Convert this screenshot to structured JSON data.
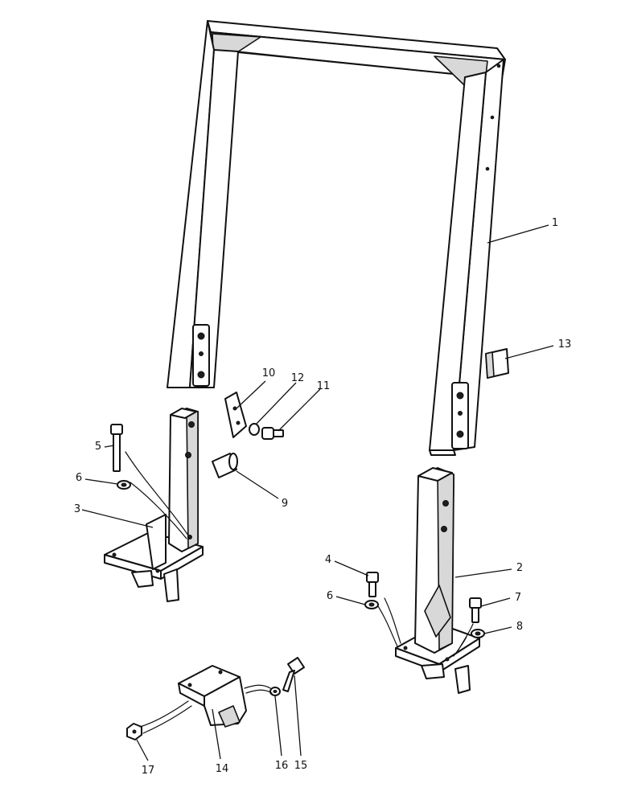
{
  "diagram": {
    "line_color": "#111111",
    "background": "#ffffff",
    "callouts": [
      {
        "id": "c1",
        "text": "1"
      },
      {
        "id": "c2",
        "text": "2"
      },
      {
        "id": "c3",
        "text": "3"
      },
      {
        "id": "c4",
        "text": "4"
      },
      {
        "id": "c5",
        "text": "5"
      },
      {
        "id": "c6a",
        "text": "6"
      },
      {
        "id": "c6b",
        "text": "6"
      },
      {
        "id": "c7",
        "text": "7"
      },
      {
        "id": "c8",
        "text": "8"
      },
      {
        "id": "c9",
        "text": "9"
      },
      {
        "id": "c10",
        "text": "10"
      },
      {
        "id": "c11",
        "text": "11"
      },
      {
        "id": "c12",
        "text": "12"
      },
      {
        "id": "c13",
        "text": "13"
      },
      {
        "id": "c14",
        "text": "14"
      },
      {
        "id": "c15",
        "text": "15"
      },
      {
        "id": "c16",
        "text": "16"
      },
      {
        "id": "c17",
        "text": "17"
      }
    ]
  }
}
